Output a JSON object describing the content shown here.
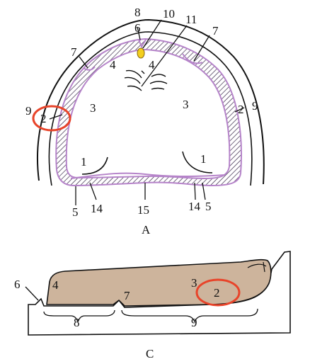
{
  "figure_a": {
    "caption": "A",
    "labels": {
      "n1_left": "1",
      "n1_right": "1",
      "n2_left": "2",
      "n2_right": "2",
      "n3_left": "3",
      "n3_right": "3",
      "n4_left": "4",
      "n4_right": "4",
      "n5_left": "5",
      "n5_right": "5",
      "n6": "6",
      "n7_left": "7",
      "n7_right": "7",
      "n8": "8",
      "n9_left": "9",
      "n9_right": "9",
      "n10": "10",
      "n11": "11",
      "n14_left": "14",
      "n14_right": "14",
      "n15": "15"
    }
  },
  "figure_c": {
    "caption": "C",
    "labels": {
      "n2": "2",
      "n3": "3",
      "n4": "4",
      "n6": "6",
      "n7": "7",
      "n8": "8",
      "n9": "9"
    }
  },
  "colors": {
    "border_outline": "#b583c9",
    "highlight_circle": "#e8442a",
    "denture_fill": "#cdb49c",
    "papilla": "#f3cf1e",
    "line": "#111111"
  }
}
